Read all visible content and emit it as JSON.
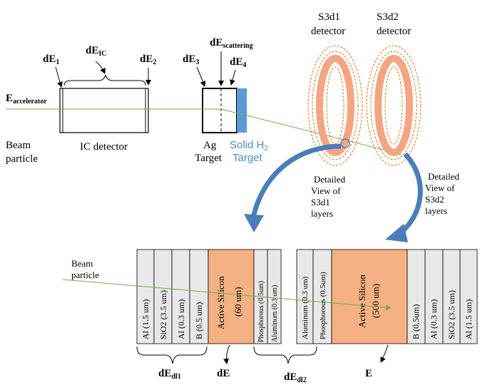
{
  "top": {
    "e_accelerator": {
      "main": "E",
      "sub": "accelerator"
    },
    "beam_particle": [
      "Beam",
      "particle"
    ],
    "ic_detector": "IC detector",
    "dE1": {
      "main": "dE",
      "sub": "1"
    },
    "dEIC": {
      "main": "dE",
      "sub": "IC"
    },
    "dE2": {
      "main": "dE",
      "sub": "2"
    },
    "dE3": {
      "main": "dE",
      "sub": "3"
    },
    "dEscat": {
      "main": "dE",
      "sub": "scattering"
    },
    "dE4": {
      "main": "dE",
      "sub": "4"
    },
    "ag_target": [
      "Ag",
      "Target"
    ],
    "solid_h2": {
      "line1_main": "Solid H",
      "line1_sub": "2",
      "line2": "Target"
    },
    "s3d1": [
      "S3d1",
      "detector"
    ],
    "s3d2": [
      "S3d2",
      "detector"
    ],
    "detail_s3d1": [
      "Detailed",
      "View of",
      "S3d1",
      "layers"
    ],
    "detail_s3d2": [
      "Detailed",
      "View of",
      "S3d2",
      "layers"
    ]
  },
  "bottom": {
    "beam_particle": [
      "Beam",
      "particle"
    ],
    "s3d1_layers": [
      "Al (1.5 um)",
      "SiO2 (3.5 um)",
      "Al (0.3 um)",
      "B (0.5 um)"
    ],
    "s3d1_active": [
      "Active Silicon",
      "(60 um)"
    ],
    "s3d1_back": [
      "Phosphorous (0.5um)",
      "Aluminum (0.3 um)"
    ],
    "s3d2_front": [
      "Aluminum (0.3 um)",
      "Phosphorous (0.5um)"
    ],
    "s3d2_active": [
      "Active Silicon",
      "(500 um)"
    ],
    "s3d2_layers": [
      "B (0.5um)",
      "Al (0.3 um)",
      "SiO2 (3.5 um)",
      "Al (1.5 um)"
    ],
    "dEdl1": {
      "main": "dE",
      "sub": "dl1"
    },
    "dE": "dE",
    "dEdl2": {
      "main": "dE",
      "sub": "dl2"
    },
    "E": "E"
  },
  "colors": {
    "beam_line": "#70ad47",
    "detector_ring": "#f4a582",
    "detector_dashed": "#e46c0a",
    "active_silicon": "#f4b183",
    "layer_fill": "#e8e8e8",
    "h2_target": "#5b9bd5",
    "curved_arrow": "#4a7ebb"
  }
}
